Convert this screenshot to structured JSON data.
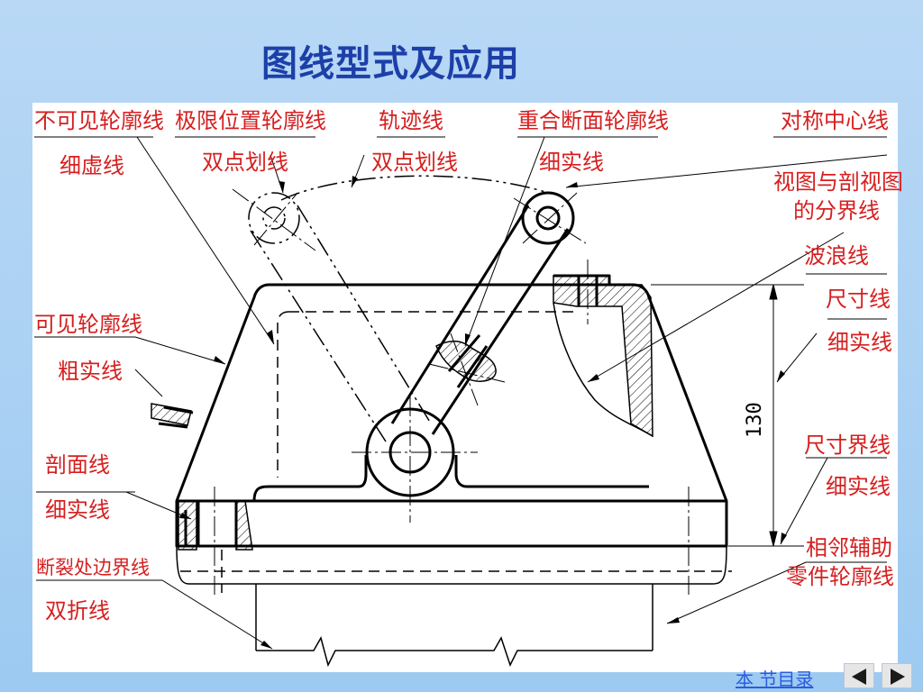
{
  "title": "图线型式及应用",
  "labels": {
    "hidden_outline": "不可见轮廓线",
    "hidden_outline_type": "细虚线",
    "limit_position": "极限位置轮廓线",
    "limit_position_type": "双点划线",
    "trajectory": "轨迹线",
    "trajectory_type": "双点划线",
    "overlap_section": "重合断面轮廓线",
    "overlap_section_type": "细实线",
    "symmetry_center": "对称中心线",
    "view_section_boundary_1": "视图与剖视图",
    "view_section_boundary_2": "的分界线",
    "wave_line": "波浪线",
    "visible_outline": "可见轮廓线",
    "visible_outline_type": "粗实线",
    "dimension_line": "尺寸线",
    "dimension_line_type": "细实线",
    "section_line": "剖面线",
    "section_line_type": "细实线",
    "extension_line": "尺寸界线",
    "extension_line_type": "细实线",
    "break_boundary": "断裂处边界线",
    "break_boundary_type": "双折线",
    "adjacent_part_1": "相邻辅助",
    "adjacent_part_2": "零件轮廓线"
  },
  "dimension_value": "130",
  "nav": {
    "toc_label": "本 节目录",
    "prev_icon": "triangle-left-icon",
    "next_icon": "triangle-right-icon"
  },
  "colors": {
    "label_red": "#d61f1f",
    "title_blue": "#1d3fa8",
    "link_blue": "#2c5be0"
  }
}
